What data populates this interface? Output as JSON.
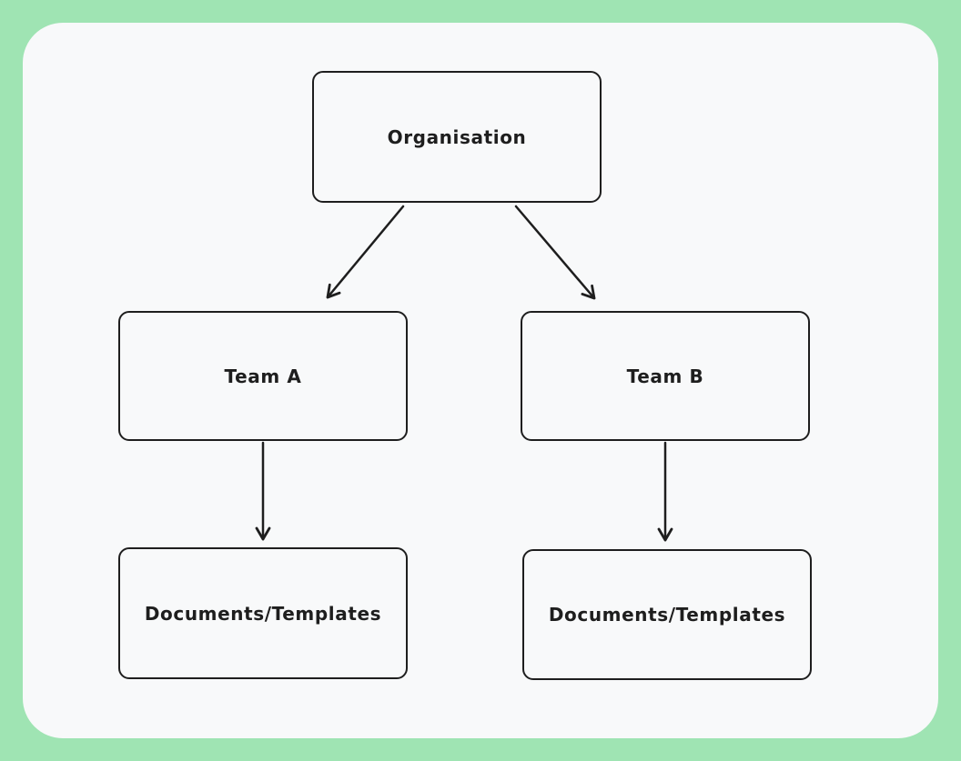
{
  "diagram": {
    "type": "flowchart",
    "style": "hand-drawn",
    "colors": {
      "frame_background": "#9fe4b3",
      "canvas_background": "#f8f9fa",
      "stroke": "#1e1e1e",
      "text": "#1e1e1e"
    },
    "nodes": [
      {
        "id": "organisation",
        "label": "Organisation"
      },
      {
        "id": "team-a",
        "label": "Team A"
      },
      {
        "id": "team-b",
        "label": "Team B"
      },
      {
        "id": "documents-a",
        "label": "Documents/Templates"
      },
      {
        "id": "documents-b",
        "label": "Documents/Templates"
      }
    ],
    "edges": [
      {
        "from": "organisation",
        "to": "team-a",
        "arrowhead": "open"
      },
      {
        "from": "organisation",
        "to": "team-b",
        "arrowhead": "open"
      },
      {
        "from": "team-a",
        "to": "documents-a",
        "arrowhead": "open"
      },
      {
        "from": "team-b",
        "to": "documents-b",
        "arrowhead": "open"
      }
    ]
  }
}
